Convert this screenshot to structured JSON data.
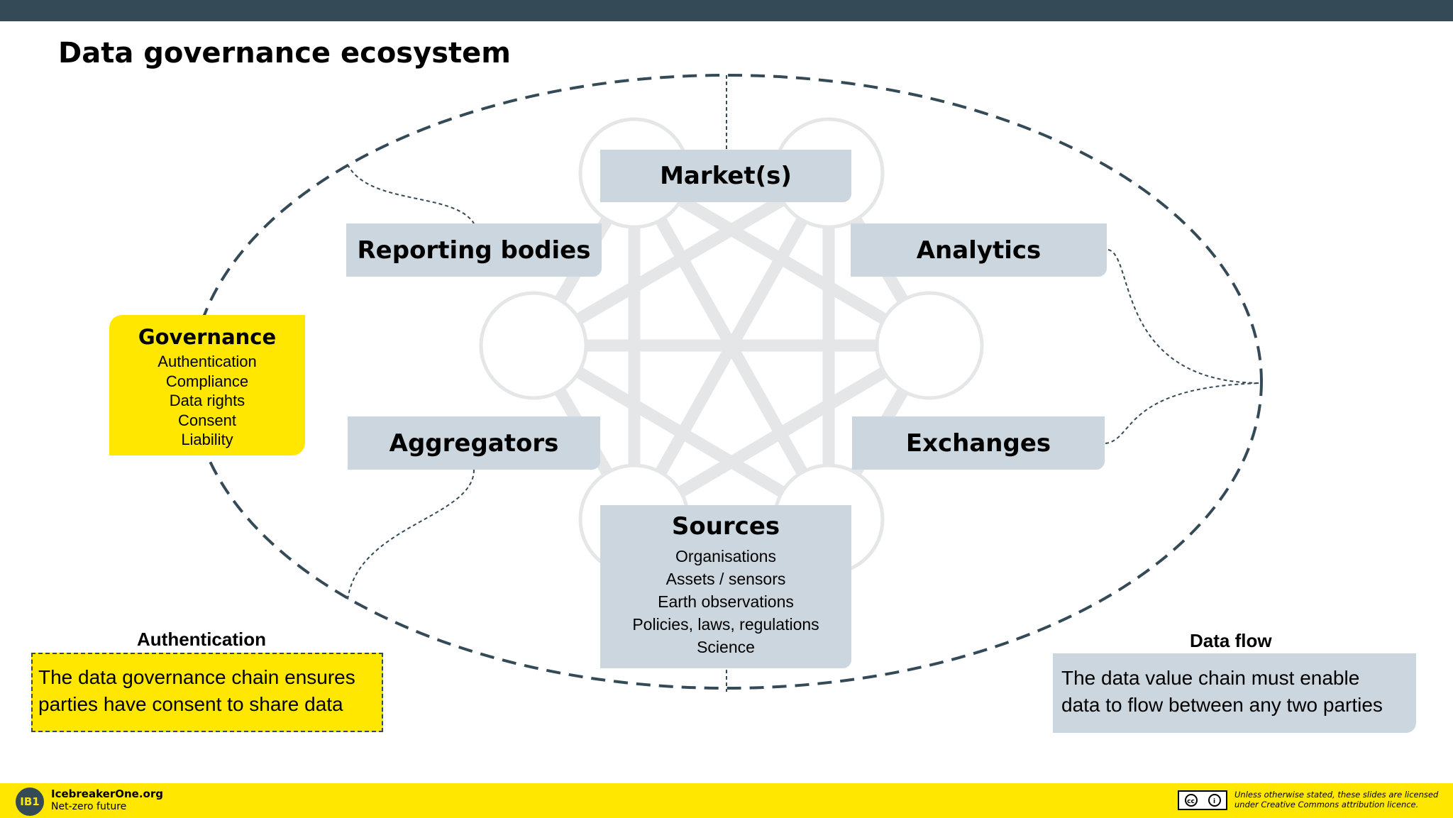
{
  "title": "Data governance ecosystem",
  "nodes": {
    "markets": "Market(s)",
    "reporting": "Reporting bodies",
    "analytics": "Analytics",
    "aggregators": "Aggregators",
    "exchanges": "Exchanges",
    "sources": {
      "title": "Sources",
      "items": [
        "Organisations",
        "Assets / sensors",
        "Earth observations",
        "Policies, laws, regulations",
        "Science"
      ]
    }
  },
  "governance": {
    "title": "Governance",
    "items": [
      "Authentication",
      "Compliance",
      "Data rights",
      "Consent",
      "Liability"
    ]
  },
  "authentication": {
    "label": "Authentication",
    "text_line1": "The data governance chain ensures",
    "text_line2": "parties have consent to share data"
  },
  "data_flow": {
    "label": "Data flow",
    "text_line1": "The data value chain must enable",
    "text_line2": "data to flow between any two parties"
  },
  "footer": {
    "logo": "IB1",
    "org": "IcebreakerOne.org",
    "tagline": "Net-zero future",
    "license_line1": "Unless otherwise stated, these slides are licensed",
    "license_line2": "under Creative Commons attribution licence."
  },
  "colors": {
    "topbar": "#354a57",
    "accent_yellow": "#ffe700",
    "node_fill": "#cbd6df",
    "network_gray": "#e4e6e8",
    "dash": "#354a57"
  }
}
